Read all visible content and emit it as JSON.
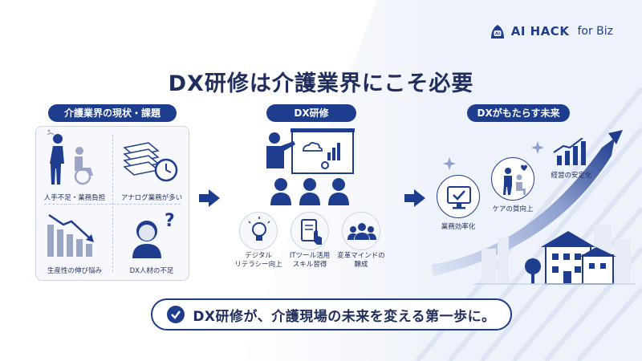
{
  "logo": {
    "name": "AI HACK",
    "suffix": "for Biz",
    "mark_text": "AI"
  },
  "title": "DX研修は介護業界にこそ必要",
  "sections": {
    "current": {
      "heading": "介護業界の現状・課題",
      "items": [
        {
          "label": "人手不足・業務負担",
          "icon": "caregiver-wheelchair-icon"
        },
        {
          "label": "アナログ業務が多い",
          "icon": "paper-stack-clock-icon"
        },
        {
          "label": "生産性の伸び悩み",
          "icon": "declining-bar-chart-icon"
        },
        {
          "label": "DX人材の不足",
          "icon": "confused-person-icon"
        }
      ]
    },
    "training": {
      "heading": "DX研修",
      "skills": [
        {
          "label": "デジタル\nリテラシー向上",
          "icon": "lightbulb-icon"
        },
        {
          "label": "ITツール活用\nスキル習得",
          "icon": "tablet-touch-icon"
        },
        {
          "label": "変革マインドの\n醸成",
          "icon": "team-people-icon"
        }
      ]
    },
    "future": {
      "heading": "DXがもたらす未来",
      "outcomes": [
        {
          "label": "業務効率化",
          "icon": "monitor-check-icon"
        },
        {
          "label": "ケアの質向上",
          "icon": "care-heart-icon"
        },
        {
          "label": "経営の安定化",
          "icon": "growth-chart-icon"
        }
      ]
    }
  },
  "banner": {
    "text": "DX研修が、介護現場の未来を変える第一歩に。"
  },
  "colors": {
    "navy": "#1f3d8f",
    "text": "#1f2e5c",
    "light": "#f6f8fd",
    "border": "#c9d3ea"
  }
}
